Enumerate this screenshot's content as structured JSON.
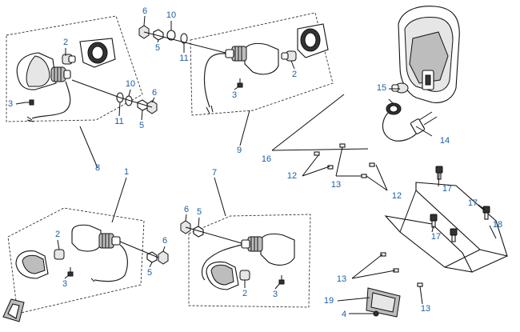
{
  "diagram": {
    "labels": [
      "1",
      "2",
      "3",
      "4",
      "5",
      "6",
      "7",
      "8",
      "9",
      "10",
      "11",
      "12",
      "13",
      "14",
      "15",
      "16",
      "17",
      "18",
      "19"
    ],
    "colors": {
      "callout_text": "#1a5fa8",
      "outline": "#111111",
      "dashed_box": "#333333"
    },
    "icons": [
      "turn-signal-front-left",
      "turn-signal-front-right",
      "turn-signal-rear-left",
      "turn-signal-rear-right",
      "tail-light-housing",
      "license-plate-bracket",
      "license-plate-light",
      "screw",
      "nut",
      "washer",
      "bulb",
      "socket"
    ]
  }
}
